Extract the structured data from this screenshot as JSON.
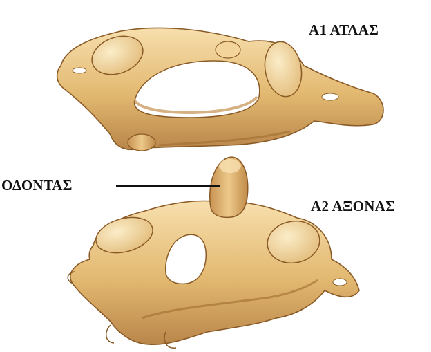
{
  "labels": {
    "atlas": "Α1 ΑΤΛΑΣ",
    "axis": "Α2 ΑΞΟΝΑΣ",
    "dens": "ΟΔΟΝΤΑΣ"
  },
  "colors": {
    "bone_base": "#e2b870",
    "bone_light": "#f6deaa",
    "bone_shadow": "#b07c3c",
    "bone_outline": "#8a5a26",
    "leader_line": "#111111"
  }
}
